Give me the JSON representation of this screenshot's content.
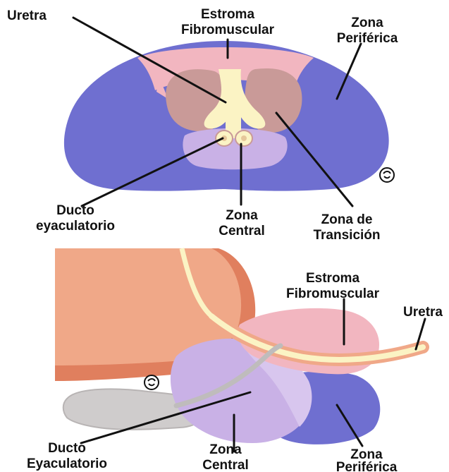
{
  "colors": {
    "peripheral_zone": "#6f6fd0",
    "fibromuscular_stroma": "#f2b6c0",
    "transition_zone": "#c99a98",
    "central_zone": "#c9b1e6",
    "urethra": "#fbf3c4",
    "bladder": "#f0a888",
    "bladder_wall": "#e07f5e",
    "seminal_vesicle": "#cfcccc",
    "lines": "#111111"
  },
  "top_view": {
    "uretra": "Uretra",
    "estroma": [
      "Estroma",
      "Fibromuscular"
    ],
    "zona_periferica": [
      "Zona",
      "Periférica"
    ],
    "ducto": [
      "Ducto",
      "eyaculatorio"
    ],
    "zona_central": [
      "Zona",
      "Central"
    ],
    "zona_transicion": [
      "Zona de",
      "Transición"
    ],
    "logo_icon": "anatomical-logo-icon"
  },
  "side_view": {
    "estroma": [
      "Estroma",
      "Fibromuscular"
    ],
    "uretra": "Uretra",
    "ducto": [
      "Ducto",
      "Eyaculatorio"
    ],
    "zona_central": [
      "Zona",
      "Central"
    ],
    "zona_periferica": [
      "Zona",
      "Periférica"
    ],
    "logo_icon": "anatomical-logo-icon"
  }
}
